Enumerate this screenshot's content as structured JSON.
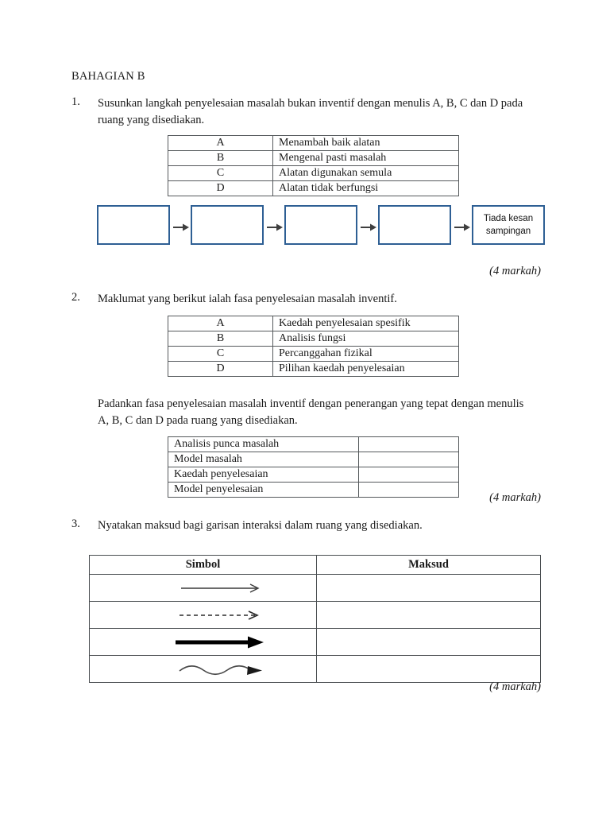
{
  "document": {
    "section_heading": "BAHAGIAN B"
  },
  "questions": [
    {
      "number": "1.",
      "text": "Susunkan langkah penyelesaian masalah bukan inventif dengan menulis A, B, C dan D pada ruang yang disediakan.",
      "marks": "(4 markah)",
      "option_table": {
        "rows": [
          {
            "letter": "A",
            "desc": "Menambah baik alatan"
          },
          {
            "letter": "B",
            "desc": "Mengenal pasti masalah"
          },
          {
            "letter": "C",
            "desc": "Alatan digunakan semula"
          },
          {
            "letter": "D",
            "desc": "Alatan tidak berfungsi"
          }
        ]
      },
      "flow": {
        "boxes": [
          {
            "line1": "",
            "line2": ""
          },
          {
            "line1": "",
            "line2": ""
          },
          {
            "line1": "",
            "line2": ""
          },
          {
            "line1": "",
            "line2": ""
          },
          {
            "line1": "Tiada kesan",
            "line2": "sampingan"
          }
        ],
        "box_border_color": "#2e5f94",
        "arrow_color": "#3f3f3f"
      }
    },
    {
      "number": "2.",
      "text": "Maklumat yang berikut ialah fasa penyelesaian masalah inventif.",
      "instruction": "Padankan fasa penyelesaian masalah inventif dengan penerangan yang tepat dengan menulis A, B, C dan D pada ruang yang disediakan.",
      "marks": "(4 markah)",
      "option_table": {
        "rows": [
          {
            "letter": "A",
            "desc": "Kaedah penyelesaian spesifik"
          },
          {
            "letter": "B",
            "desc": "Analisis fungsi"
          },
          {
            "letter": "C",
            "desc": "Percanggahan fizikal"
          },
          {
            "letter": "D",
            "desc": "Pilihan kaedah penyelesaian"
          }
        ]
      },
      "match_table": {
        "rows": [
          {
            "label": "Analisis punca masalah",
            "answer": ""
          },
          {
            "label": "Model masalah",
            "answer": ""
          },
          {
            "label": "Kaedah penyelesaian",
            "answer": ""
          },
          {
            "label": "Model penyelesaian",
            "answer": ""
          }
        ]
      }
    },
    {
      "number": "3.",
      "text": "Nyatakan maksud bagi garisan interaksi dalam ruang yang disediakan.",
      "marks": "(4 markah)",
      "symbol_table": {
        "headers": [
          "Simbol",
          "Maksud"
        ],
        "rows": [
          {
            "symbol": "thin-solid-arrow-icon",
            "meaning": ""
          },
          {
            "symbol": "dashed-arrow-icon",
            "meaning": ""
          },
          {
            "symbol": "thick-solid-arrow-icon",
            "meaning": ""
          },
          {
            "symbol": "wavy-arrow-icon",
            "meaning": ""
          }
        ]
      }
    }
  ]
}
